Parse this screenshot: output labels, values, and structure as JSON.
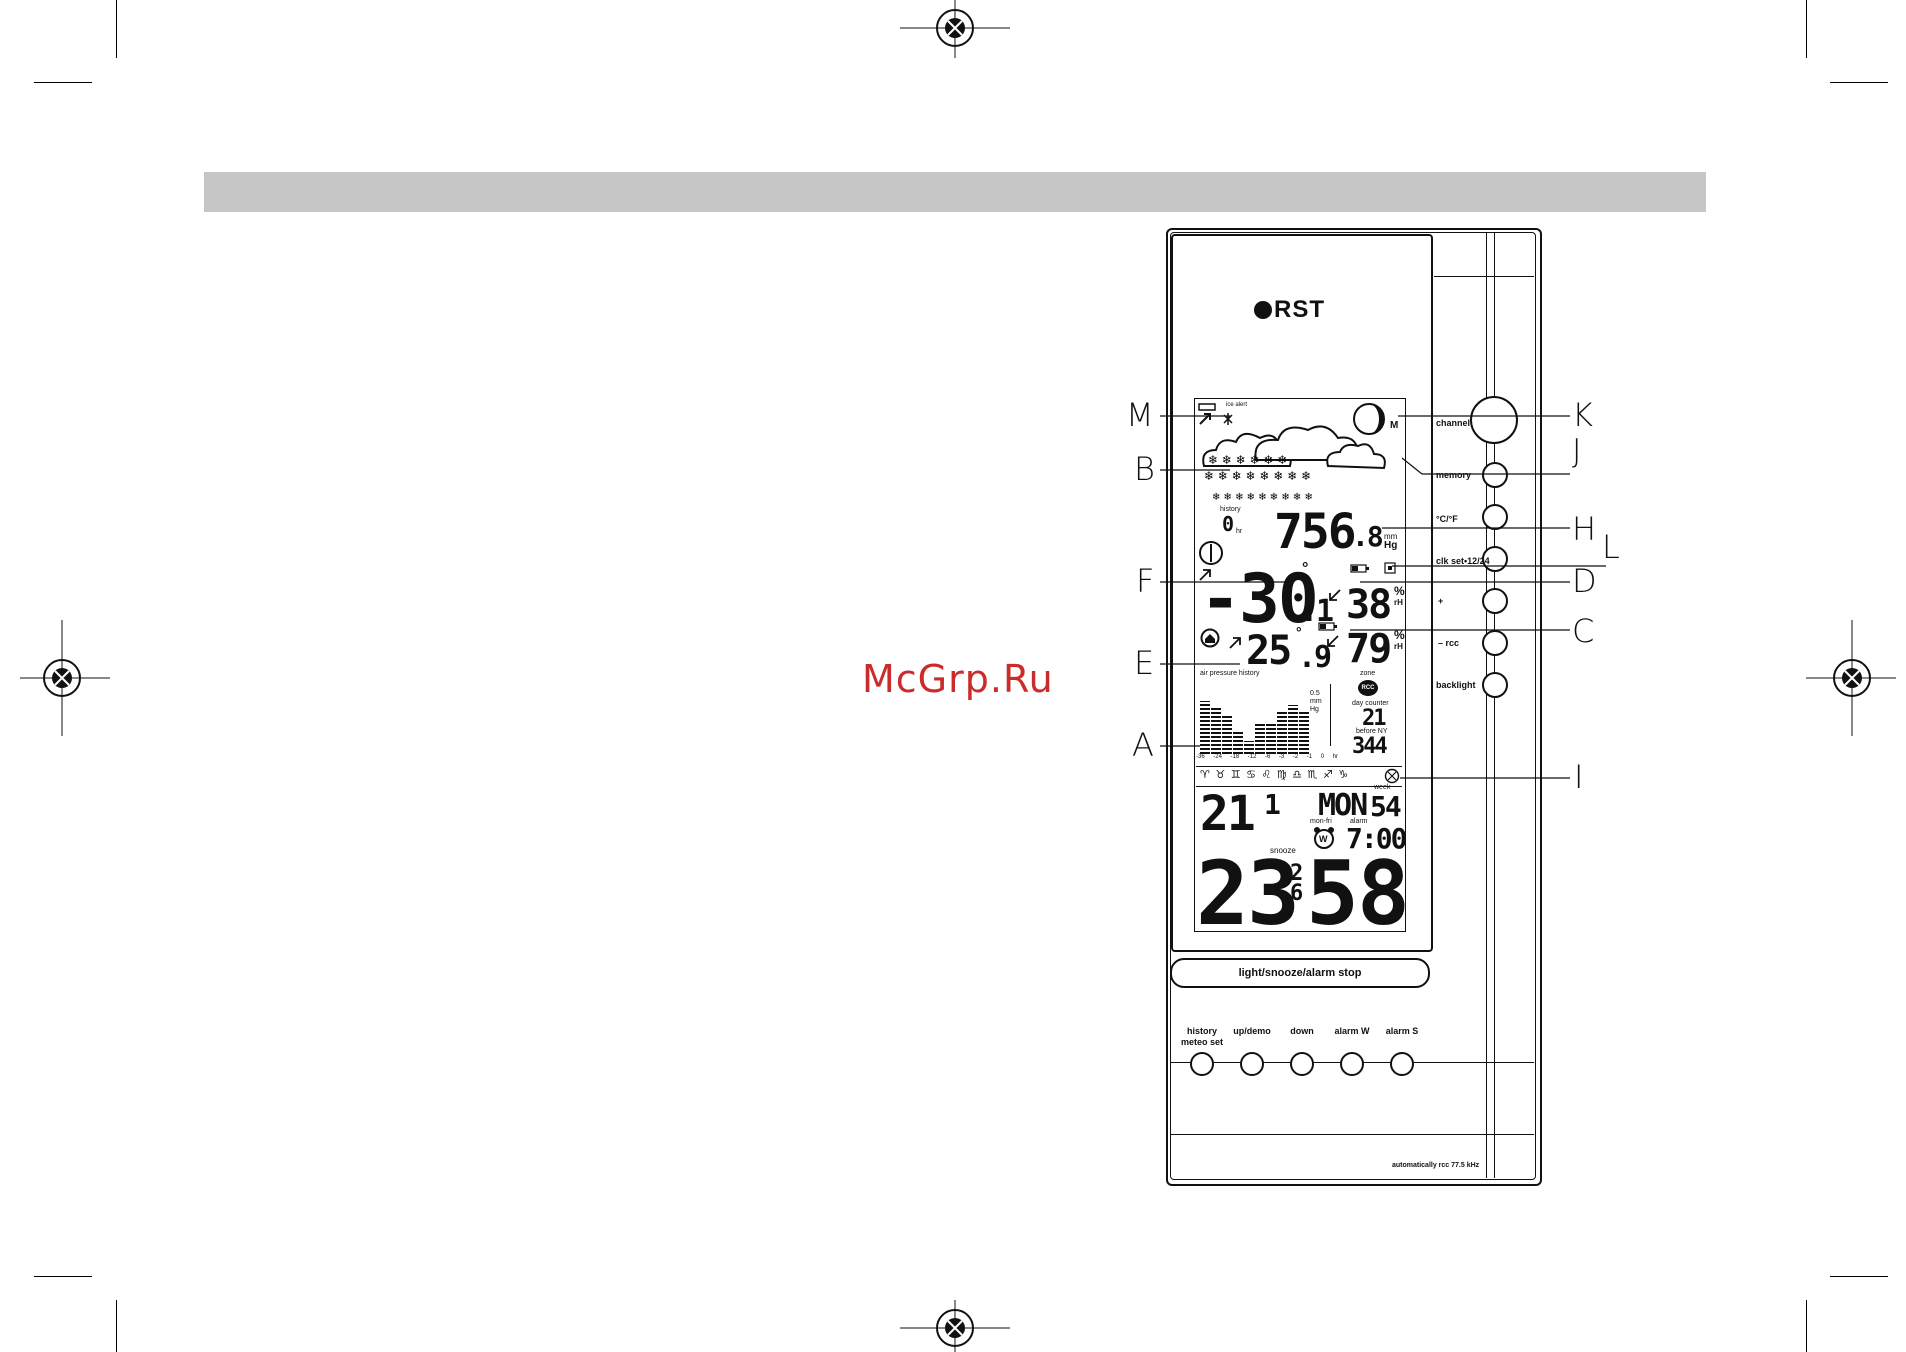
{
  "watermark": "McGrp.Ru",
  "device": {
    "brand": "RST",
    "side_buttons": [
      "channel",
      "memory",
      "°C/°F",
      "clk set•12/24",
      "+",
      "– rcc",
      "backlight"
    ],
    "bottom_buttons": [
      {
        "line1": "history",
        "line2": "meteo set"
      },
      {
        "line1": "up/demo",
        "line2": ""
      },
      {
        "line1": "down",
        "line2": ""
      },
      {
        "line1": "alarm W",
        "line2": ""
      },
      {
        "line1": "alarm S",
        "line2": ""
      }
    ],
    "light_bar": "light/snooze/alarm stop",
    "footer_text": "automatically rcc 77.5 kHz"
  },
  "callouts": {
    "M": "M",
    "B": "B",
    "F": "F",
    "E": "E",
    "A": "A",
    "K": "K",
    "J": "J",
    "H": "H",
    "L": "L",
    "D": "D",
    "C": "C",
    "I": "I"
  },
  "lcd": {
    "ice_alert": "ice alert",
    "moon_label": "M",
    "history_label": "history",
    "history_value": "0",
    "history_unit": "hr",
    "pressure": "756",
    "pressure_dec": ".8",
    "pressure_unit_top": "mm",
    "pressure_unit_bottom": "Hg",
    "outdoor_temp": "-30",
    "outdoor_temp_dec": ".1",
    "outdoor_hum": "38",
    "indoor_temp": "25",
    "indoor_temp_dec": ".9",
    "indoor_hum": "79",
    "hum_unit": "%",
    "hum_suffix": "rH",
    "air_pressure_history": "air pressure history",
    "pressure_scale": "0.5 mm Hg",
    "hist_hours": [
      "-36",
      "-24",
      "-18",
      "-12",
      "-6",
      "-3",
      "-2",
      "-1",
      "0",
      "hr"
    ],
    "hist_levels": [
      0.72,
      0.62,
      0.52,
      0.3,
      0.18,
      0.42,
      0.42,
      0.6,
      0.66,
      0.58
    ],
    "zone_label": "zone",
    "zone_badge": "RCC",
    "day_counter_label": "day counter",
    "day_counter": "21",
    "before_ny_label": "before NY",
    "before_ny": "344",
    "zodiac": "♈ ♉ ♊ ♋ ♌ ♍ ♎ ♏ ♐ ♑",
    "date": "21",
    "month": "1",
    "day_of_week": "MON",
    "week_label": "week",
    "week": "54",
    "monfri_label": "mon-fri",
    "alarm_label": "alarm",
    "alarm_time": "7:00",
    "alarm_badge": "W",
    "snooze_label": "snooze",
    "time_hours": "23",
    "time_seconds": "26",
    "time_minutes": "58"
  }
}
